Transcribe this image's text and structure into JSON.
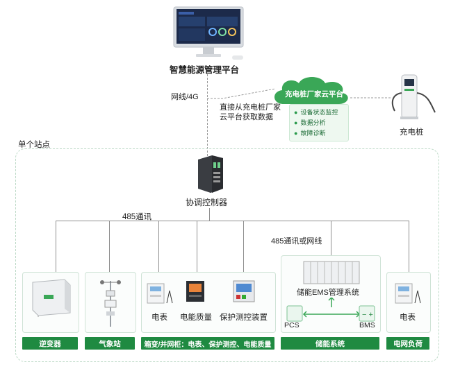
{
  "platform": {
    "label": "智慧能源管理平台"
  },
  "link_top": {
    "label": "网线/4G"
  },
  "cloud_note": {
    "line1": "直接从充电桩厂家",
    "line2": "云平台获取数据"
  },
  "cloud": {
    "label": "充电桩厂家云平台",
    "features": [
      "设备状态监控",
      "数据分析",
      "故障诊断"
    ]
  },
  "charger": {
    "label": "充电桩"
  },
  "station": {
    "label": "单个站点"
  },
  "controller": {
    "label": "协调控制器"
  },
  "bus": {
    "label_485": "485通讯",
    "label_485_net": "485通讯或网线"
  },
  "devices": {
    "meter1": "电表",
    "power_quality": "电能质量",
    "protection": "保护测控装置",
    "ems": "储能EMS管理系统",
    "pcs": "PCS",
    "bms": "BMS",
    "meter2": "电表"
  },
  "tags": {
    "inverter": "逆变器",
    "weather": "气象站",
    "cabinet": "箱变/并网柜：电表、保护测控、电能质量",
    "storage": "储能系统",
    "grid_load": "电网负荷"
  },
  "colors": {
    "accent_green": "#1f8a41",
    "cloud_green": "#3aa757"
  }
}
